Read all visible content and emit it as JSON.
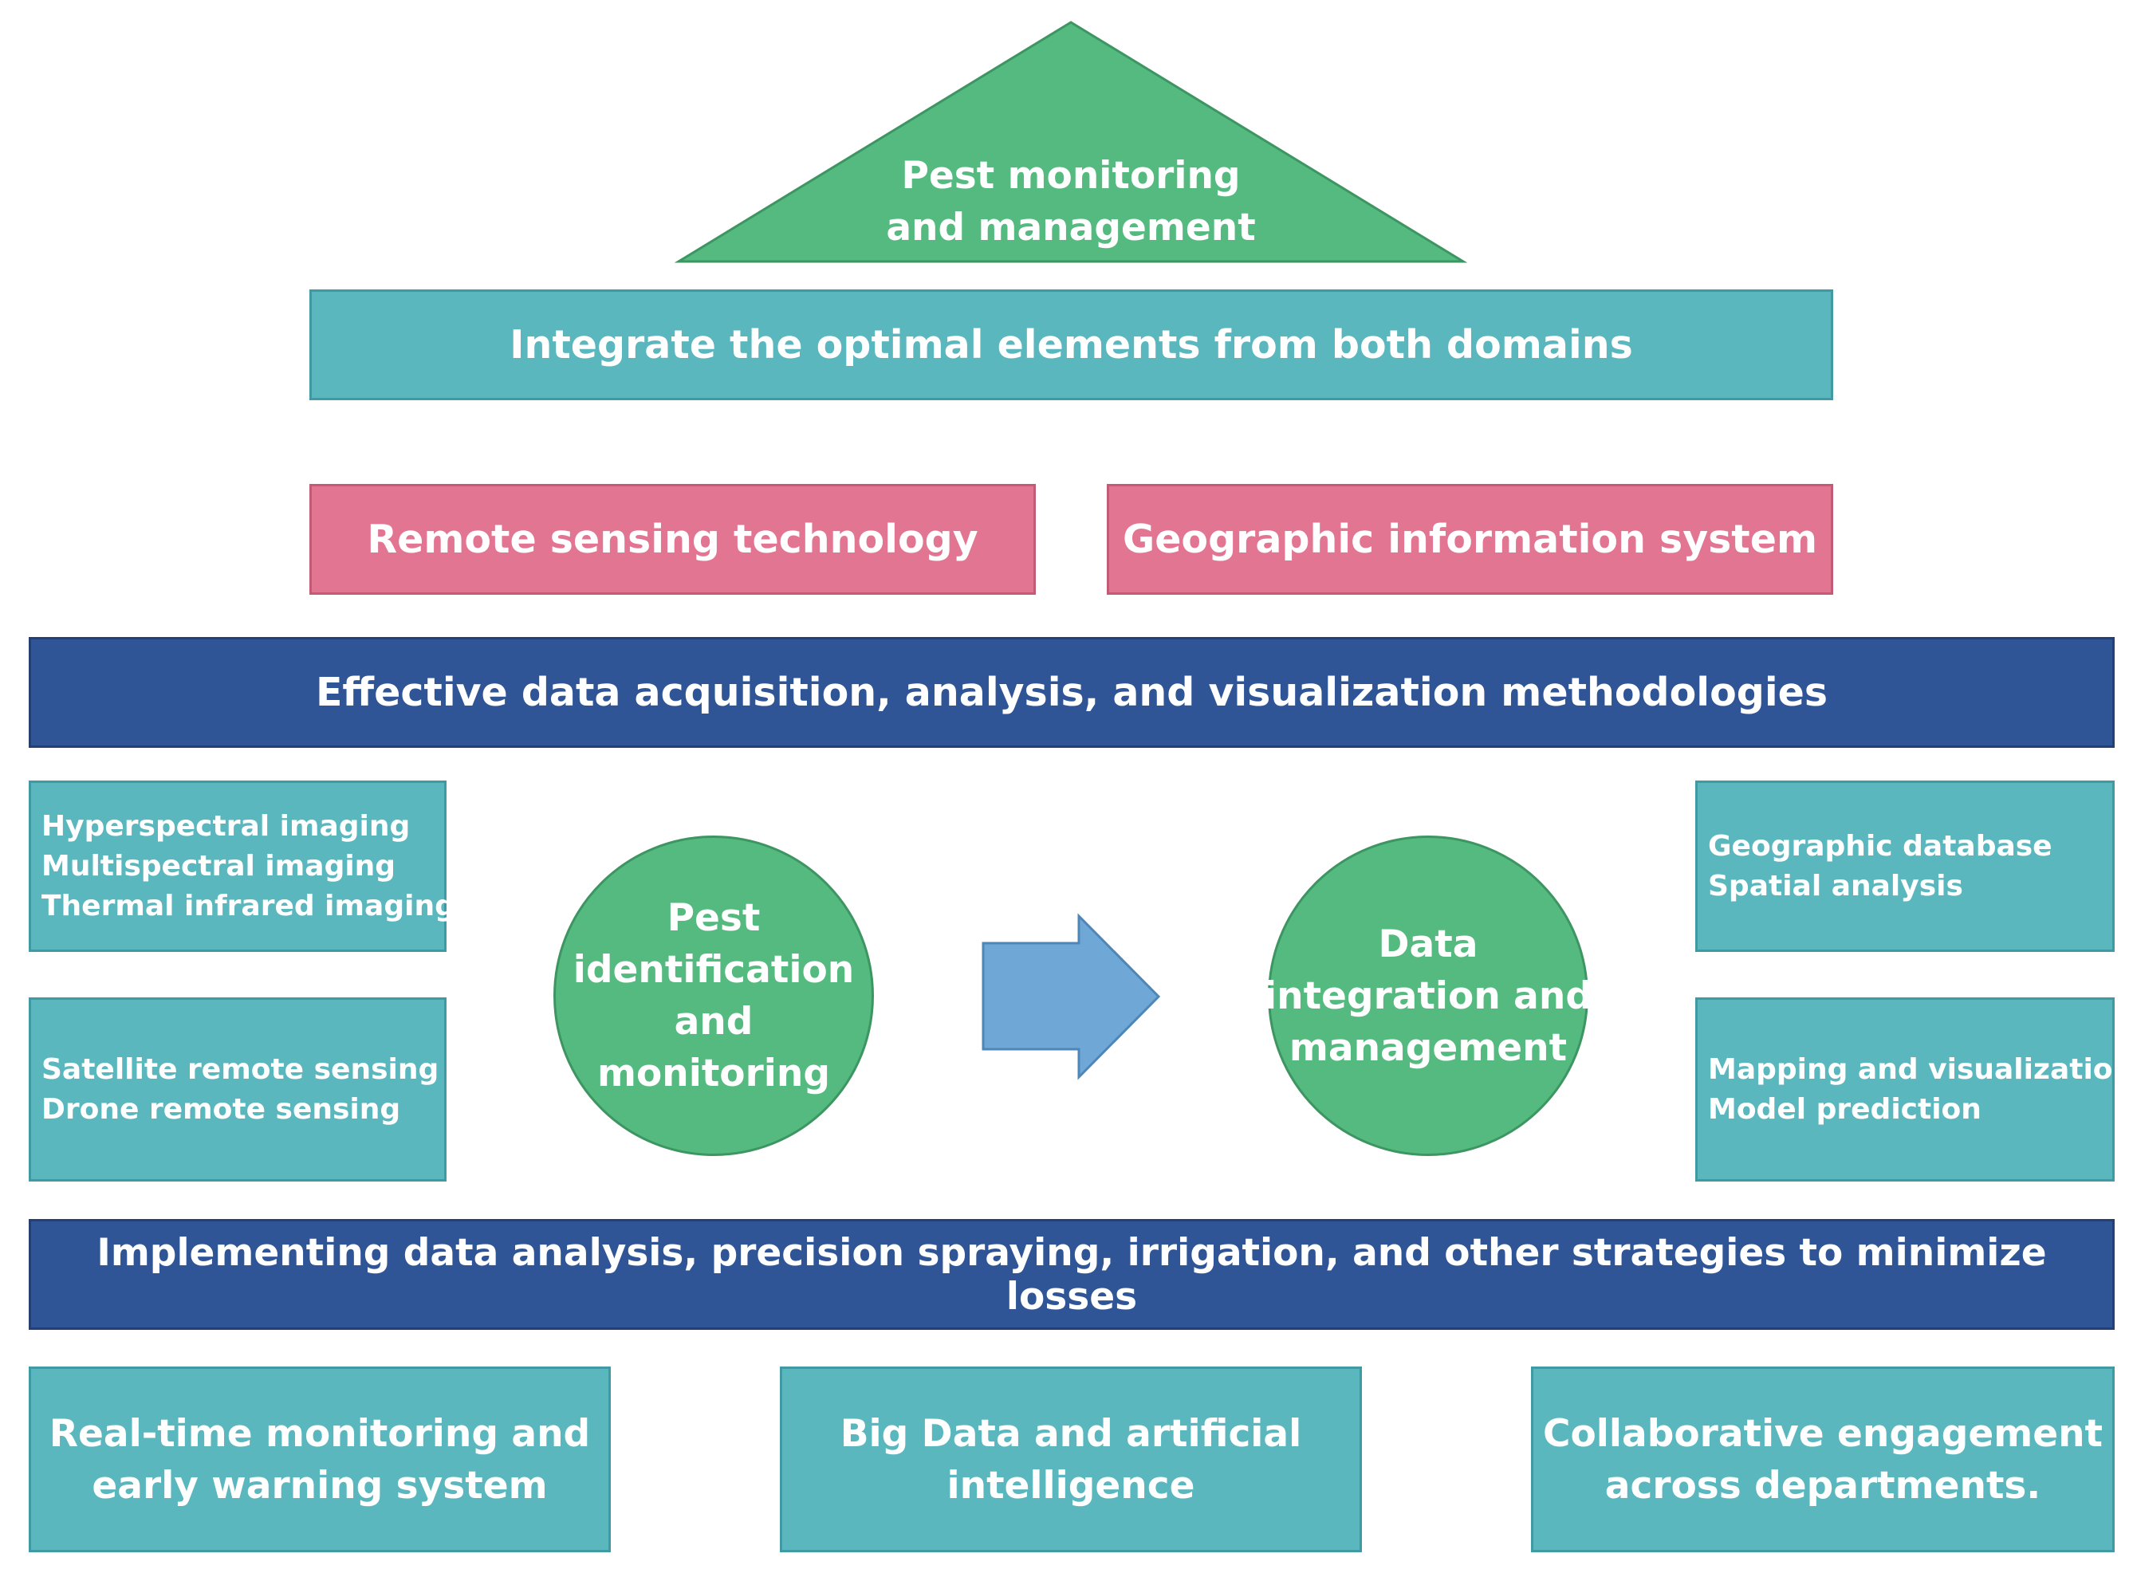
{
  "roof": {
    "lines": [
      "Pest monitoring",
      "and management"
    ],
    "color": "#55ba7f"
  },
  "integrate_bar": {
    "label": "Integrate the optimal elements from both domains"
  },
  "domains": {
    "remote_sensing": "Remote sensing technology",
    "gis": "Geographic information system"
  },
  "methods_bar": {
    "label": "Effective data acquisition, analysis, and visualization methodologies"
  },
  "left_boxes": {
    "imaging": [
      "Hyperspectral imaging",
      "Multispectral imaging",
      "Thermal infrared imaging"
    ],
    "platforms": [
      "Satellite remote sensing",
      "Drone remote sensing"
    ]
  },
  "right_boxes": {
    "database": [
      "Geographic database",
      "Spatial analysis"
    ],
    "mapping": [
      "Mapping and visualization",
      "Model prediction"
    ]
  },
  "circles": {
    "pest": [
      "Pest",
      "identification",
      "and",
      "monitoring"
    ],
    "data": [
      "Data",
      "integration and",
      "management"
    ]
  },
  "arrow": {
    "icon": "right-arrow-icon",
    "color": "#6fa8d6"
  },
  "strategy_bar": {
    "label": "Implementing data analysis, precision spraying, irrigation, and other strategies to minimize losses"
  },
  "foundation": {
    "realtime": [
      "Real-time monitoring and",
      "early warning system"
    ],
    "bigdata": [
      "Big Data and artificial",
      "intelligence"
    ],
    "collab": [
      "Collaborative engagement",
      "across departments."
    ]
  },
  "colors": {
    "teal": "#5bb7be",
    "pink": "#e27591",
    "navy": "#2f5597",
    "green": "#55ba7f"
  }
}
